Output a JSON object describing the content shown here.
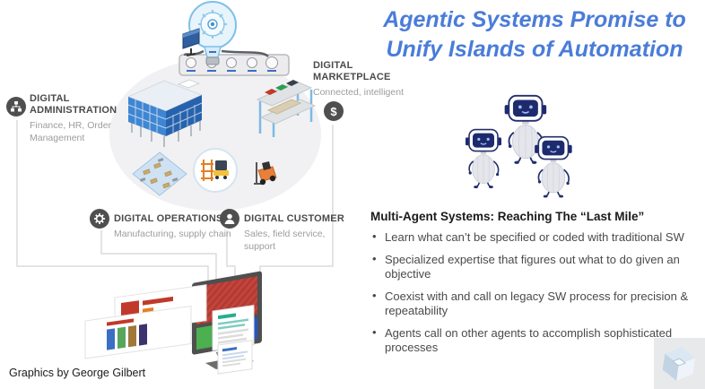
{
  "slide": {
    "title_line1": "Agentic Systems Promise to",
    "title_line2": "Unify Islands of Automation",
    "credit": "Graphics by George Gilbert"
  },
  "diagram": {
    "administration": {
      "title": "DIGITAL ADMINISTRATION",
      "subtitle": "Finance, HR, Order Management",
      "icon": "org-chart-icon"
    },
    "marketplace": {
      "title": "DIGITAL MARKETPLACE",
      "subtitle": "Connected, intelligent",
      "icon": "dollar-icon",
      "icon_char": "$"
    },
    "operations": {
      "title": "DIGITAL OPERATIONS",
      "subtitle": "Manufacturing, supply chain",
      "icon": "gear-icon"
    },
    "customer": {
      "title": "DIGITAL CUSTOMER",
      "subtitle": "Sales, field service, support",
      "icon": "person-icon"
    }
  },
  "panel": {
    "heading": "Multi-Agent Systems: Reaching The “Last Mile”",
    "bullets": [
      "Learn what can’t be specified or coded with traditional SW",
      "Specialized expertise that figures out what to do given an objective",
      "Coexist with and call on legacy SW process for precision & repeatability",
      "Agents call on other agents to accomplish sophisticated processes"
    ]
  },
  "colors": {
    "title_blue": "#4a7cd9",
    "robot_navy": "#1e2a6e",
    "screen_red": "#b23a32",
    "screen_green": "#4caf50",
    "screen_blue": "#2456c4",
    "ellipse_gray": "#f1f1f3"
  },
  "icons": [
    "idea-bulb-icon",
    "org-chart-icon",
    "dollar-icon",
    "gear-icon",
    "person-icon",
    "robot-icon",
    "cube-logo-icon"
  ]
}
